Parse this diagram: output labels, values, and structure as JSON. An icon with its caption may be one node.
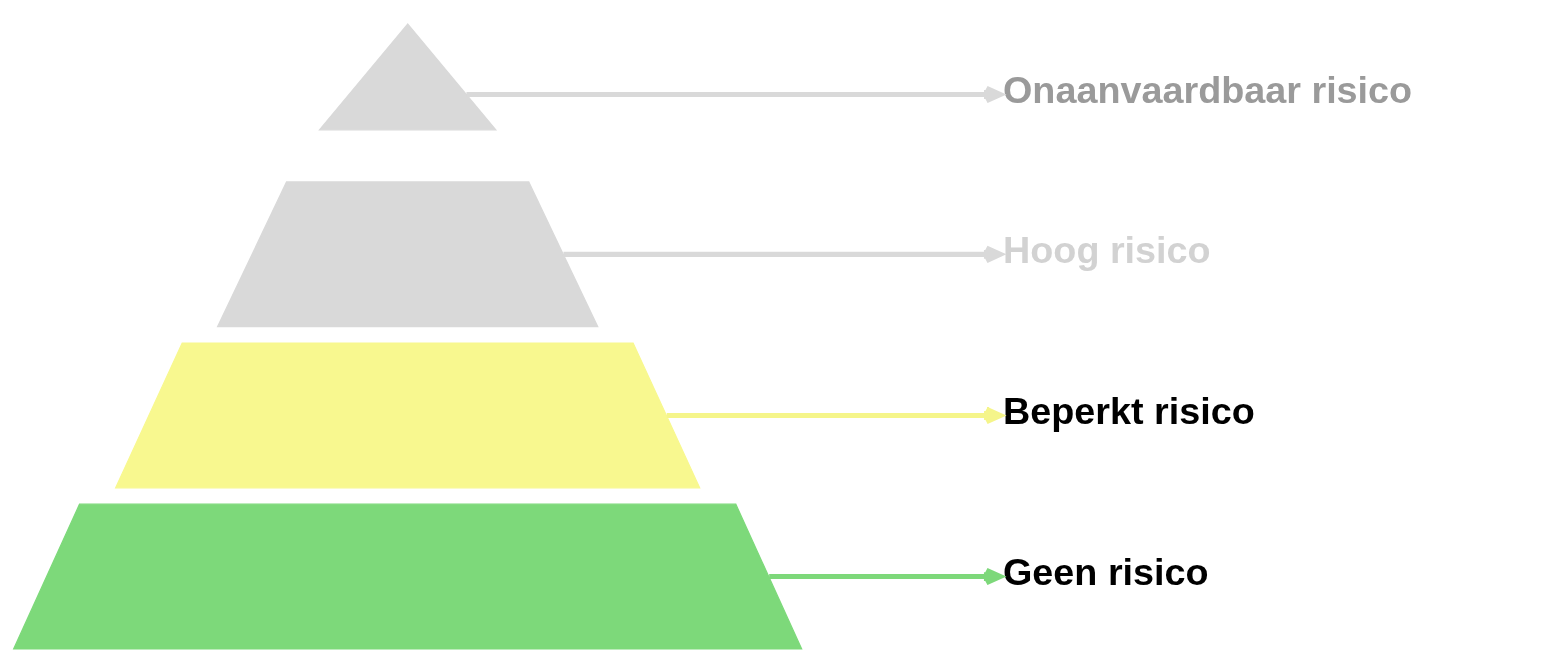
{
  "diagram": {
    "nodes": [
      {
        "text": [],
        "shape": "triangle"
      },
      {
        "text": [],
        "shape": "trapezoid"
      },
      {
        "text": [],
        "shape": "trapezoid"
      },
      {
        "text": [],
        "shape": "trapezoid"
      },
      {
        "text": [
          "Onaanvaardbaar risico"
        ]
      },
      {
        "text": [
          "Hoog risico"
        ]
      },
      {
        "text": [
          "Beperkt risico"
        ]
      },
      {
        "text": [
          "Geen risico"
        ]
      }
    ],
    "edges": [
      {
        "from": 0,
        "to": 4,
        "arrow": "to",
        "color": "#d9d9d9"
      },
      {
        "from": 1,
        "to": 5,
        "arrow": "to",
        "color": "#d9d9d9"
      },
      {
        "from": 2,
        "to": 6,
        "arrow": "to",
        "color": "#f5f58a"
      },
      {
        "from": 3,
        "to": 7,
        "arrow": "to",
        "color": "#7dd87a"
      }
    ]
  }
}
